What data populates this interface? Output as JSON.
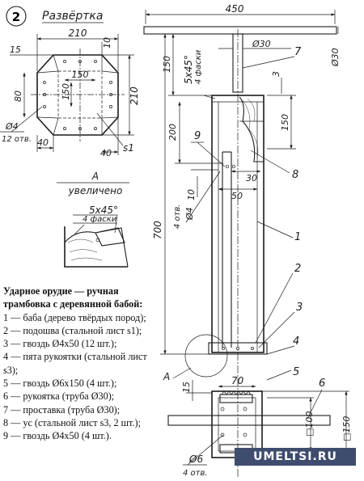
{
  "figure_number": "2",
  "development_view": {
    "title": "Развёртка",
    "dims": {
      "width": "210",
      "corner": "15",
      "hole_pitch_outer": "150",
      "side_top": "10",
      "inner_pitch": "150",
      "side": "80",
      "height": "210",
      "hole_label": "Ø4",
      "hole_count": "12 отв.",
      "bottom_a": "40",
      "bottom_b": "40"
    },
    "part_label": "s1"
  },
  "detail_view": {
    "ref": "А",
    "caption": "увеличено",
    "chamfer": "5x45°",
    "chamfer_note": "4 фаски"
  },
  "main_view": {
    "dims": {
      "handle_length": "450",
      "handle_pipe": "Ø30",
      "handle_pipe_side": "Ø30",
      "chamfer": "5x45°",
      "chamfer_note": "4 фаски",
      "top_offset": "150",
      "spacer_offset": "3",
      "wood_len": "150",
      "upper": "200",
      "gap30": "30",
      "gap50": "50",
      "gap10": "10",
      "hole": "Ø4",
      "hole_count": "4 отв.",
      "total": "700",
      "view_ref": "А"
    },
    "part_numbers": [
      "7",
      "9",
      "8",
      "1",
      "2",
      "3",
      "4",
      "5",
      "6"
    ]
  },
  "bottom_view": {
    "dims": {
      "side_w": "70",
      "side_15": "15",
      "pipe_sq1": "□100",
      "pipe_sq2": "□150",
      "hole": "Ø6",
      "hole_count": "4 отв."
    }
  },
  "legend": {
    "heading": "Ударное орудие — ручная трамбовка с деревянной бабой:",
    "items": [
      "1 — баба (дерево твёрдых пород);",
      "2 — подошва (стальной лист s1);",
      "3 — гвоздь Ø4x50 (12 шт.);",
      "4 — пята рукоятки (стальной лист s3);",
      "5 — гвоздь Ø6x150 (4 шт.);",
      "6 — рукоятка (труба Ø30);",
      "7 — проставка (труба Ø30);",
      "8 — ус (стальной лист s3, 2 шт.);",
      "9 — гвоздь Ø4x50 (4 шт.)."
    ]
  },
  "watermark": "UMELTSI.RU"
}
